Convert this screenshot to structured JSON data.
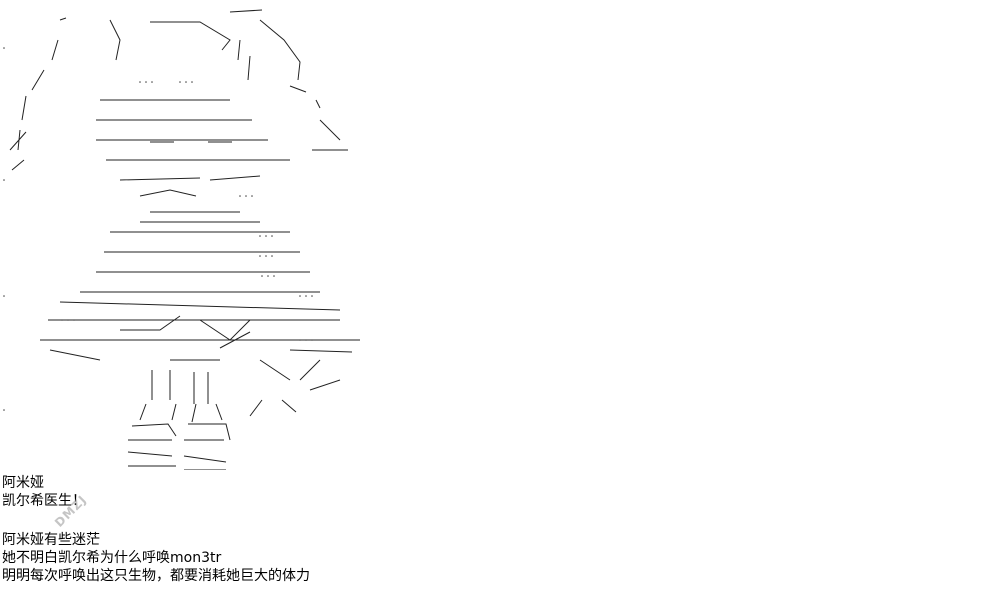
{
  "caption": {
    "line1": "阿米娅",
    "line2": "凯尔希医生！",
    "line3": "阿米娅有些迷茫",
    "line4": "她不明白凯尔希为什么呼唤mon3tr",
    "line5": "明明每次呼唤出这只生物，都要消耗她巨大的体力"
  },
  "watermark": {
    "text": "DMZJ"
  },
  "art": {
    "kind": "ascii-art-figure",
    "stroke_color": "#222222"
  }
}
